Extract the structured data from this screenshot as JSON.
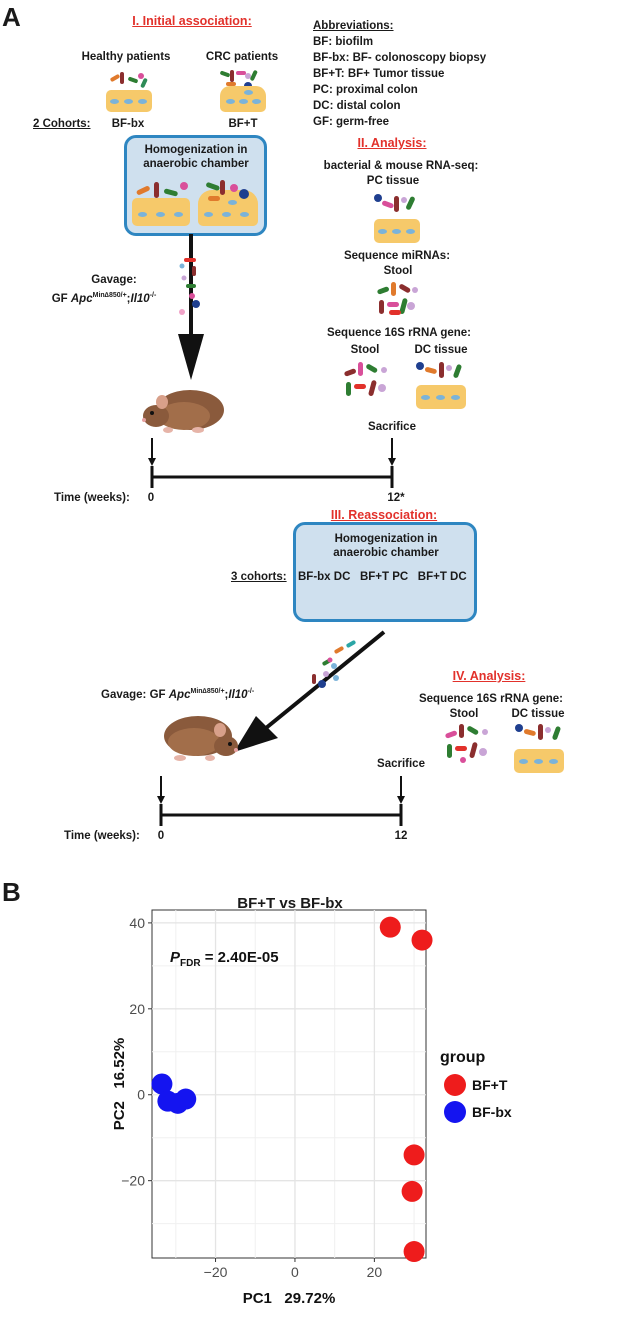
{
  "panel_a": {
    "label": "A",
    "initial_title": "I. Initial association:",
    "healthy": "Healthy patients",
    "crc": "CRC patients",
    "cohorts": "2 Cohorts:",
    "bfbx": "BF-bx",
    "bft": "BF+T",
    "homog1_line1": "Homogenization in",
    "homog1_line2": "anaerobic chamber",
    "gavage1_line1": "Gavage:",
    "gavage1_prefix": "GF ",
    "gavage1_apc": "Apc",
    "gavage1_sup1": "Min∆850/+",
    "gavage1_sep": ";",
    "gavage1_il": "Il10",
    "gavage1_sup2": "-/-",
    "abbreviations": {
      "title": "Abbreviations:",
      "items": [
        "BF: biofilm",
        "BF-bx: BF- colonoscopy biopsy",
        "BF+T: BF+ Tumor tissue",
        "PC: proximal colon",
        "DC: distal colon",
        "GF: germ-free"
      ]
    },
    "analysis2_title": "II. Analysis:",
    "rnaseq": "bacterial & mouse RNA-seq:",
    "pc_tissue": "PC tissue",
    "mirna": "Sequence miRNAs:",
    "stool1": "Stool",
    "seq16s_1": "Sequence 16S rRNA gene:",
    "stool2": "Stool",
    "dc_tissue1": "DC tissue",
    "sacrifice1": "Sacrifice",
    "time1_label": "Time (weeks):",
    "time1_start": "0",
    "time1_end": "12*",
    "reassoc_title": "III. Reassociation:",
    "homog2_line1": "Homogenization in",
    "homog2_line2": "anaerobic chamber",
    "cohorts3": "3 cohorts:",
    "cohort_list": "BF-bx DC   BF+T PC   BF+T DC",
    "gavage2_prefix": "Gavage: GF ",
    "gavage2_apc": "Apc",
    "gavage2_sup1": "Min∆850/+",
    "gavage2_sep": ";",
    "gavage2_il": "Il10",
    "gavage2_sup2": "-/-",
    "analysis4_title": "IV. Analysis:",
    "seq16s_2": "Sequence 16S rRNA gene:",
    "stool3": "Stool",
    "dc_tissue2": "DC tissue",
    "sacrifice2": "Sacrifice",
    "time2_label": "Time (weeks):",
    "time2_start": "0",
    "time2_end": "12"
  },
  "panel_b": {
    "label": "B",
    "pfdr_p": "P",
    "pfdr_sub": "FDR",
    "pfdr_val": " = 2.40E-05"
  },
  "chart_data": {
    "type": "scatter",
    "title": "BF+T vs BF-bx",
    "xlabel": "PC1   29.72%",
    "ylabel": "PC2   16.52%",
    "xlim": [
      -36,
      33
    ],
    "ylim": [
      -38,
      43
    ],
    "xticks": [
      -20,
      0,
      20
    ],
    "yticks": [
      -20,
      0,
      20,
      40
    ],
    "xtick_labels": [
      "−20",
      "0",
      "20"
    ],
    "ytick_labels": [
      "−20",
      "0",
      "20",
      "40"
    ],
    "grid": true,
    "legend_title": "group",
    "legend_position": "right",
    "series": [
      {
        "name": "BF+T",
        "color": "#ee1c1c",
        "points": [
          [
            24,
            39
          ],
          [
            32,
            36
          ],
          [
            30,
            -14
          ],
          [
            29.5,
            -22.5
          ],
          [
            30,
            -36.5
          ]
        ]
      },
      {
        "name": "BF-bx",
        "color": "#1414f0",
        "points": [
          [
            -33.5,
            2.5
          ],
          [
            -32,
            -1.5
          ],
          [
            -29.5,
            -2
          ],
          [
            -27.5,
            -1
          ]
        ]
      }
    ]
  }
}
